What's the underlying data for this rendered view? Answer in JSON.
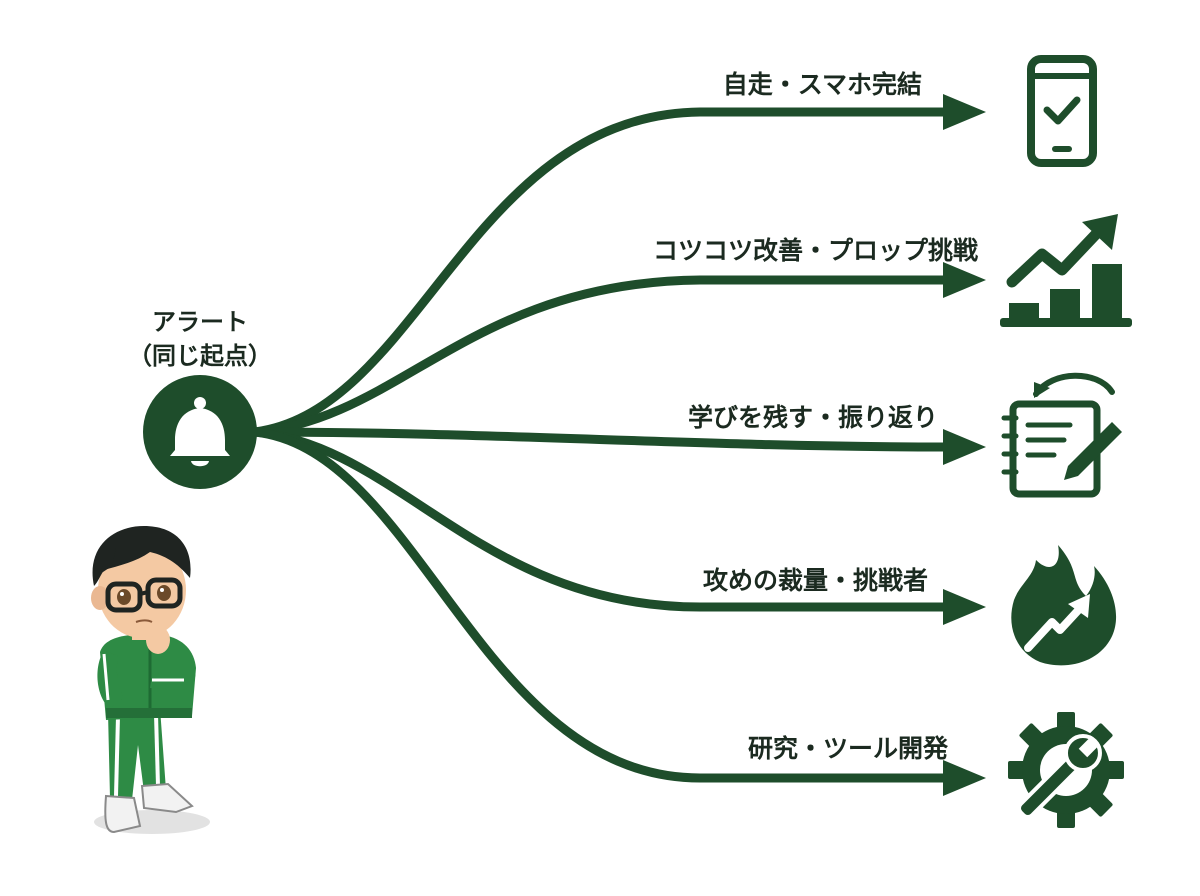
{
  "origin": {
    "title": "アラート",
    "subtitle": "（同じ起点）",
    "icon": "bell-icon"
  },
  "branches": [
    {
      "label": "自走・スマホ完結",
      "icon": "smartphone-check-icon"
    },
    {
      "label": "コツコツ改善・プロップ挑戦",
      "icon": "growth-chart-icon"
    },
    {
      "label": "学びを残す・振り返り",
      "icon": "notebook-pencil-icon"
    },
    {
      "label": "攻めの裁量・挑戦者",
      "icon": "flame-arrow-icon"
    },
    {
      "label": "研究・ツール開発",
      "icon": "gear-wrench-icon"
    }
  ],
  "colors": {
    "primary": "#1e4d2b",
    "text": "#1b2a20",
    "character_suit": "#2e8b45"
  }
}
